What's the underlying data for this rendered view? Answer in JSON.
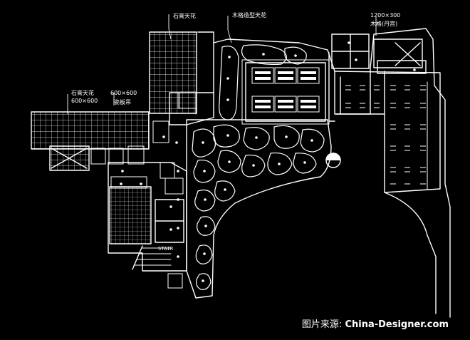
{
  "annotations": {
    "top_left_ceiling": "石膏天花",
    "top_middle_ceiling": "木格造型天花",
    "top_right_size": "1200×300",
    "top_right_material": "木格(丹宫)",
    "left_ceiling": "石膏天花",
    "left_size": "600×600",
    "left_grid_size": "600×600",
    "left_material": "瓷板吊",
    "stair_label": "STAIR"
  },
  "watermark": {
    "prefix": "图片来源:",
    "site": "China-Designer.com"
  },
  "colors": {
    "background": "#000000",
    "ink": "#ffffff"
  }
}
